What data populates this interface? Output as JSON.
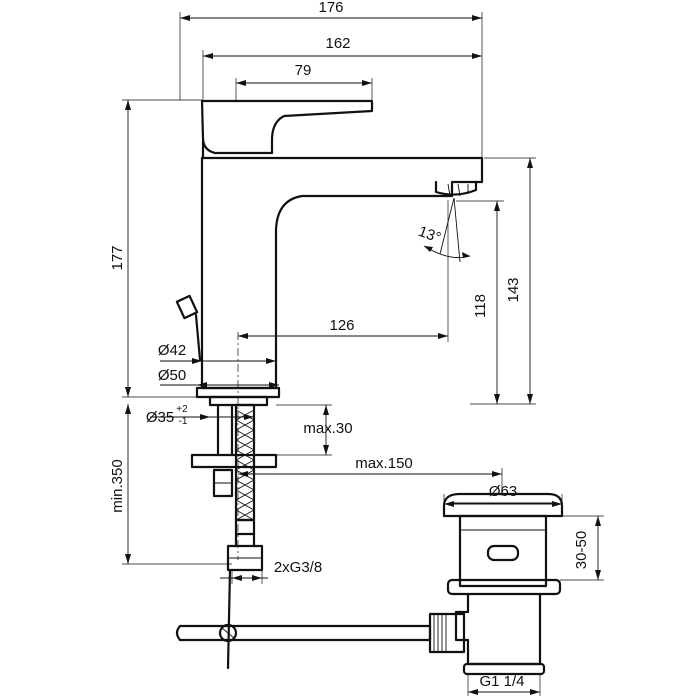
{
  "dimensions": {
    "total_width": "176",
    "spout_reach": "162",
    "lever_length": "79",
    "height_total": "177",
    "spout_height": "143",
    "outlet_height": "118",
    "spout_projection": "126",
    "outlet_angle": "13°",
    "body_dia": "Ø42",
    "base_dia": "Ø50",
    "hole_dia": "Ø35",
    "hole_tol_plus": "+2",
    "hole_tol_minus": "-1",
    "deck_thickness": "max.30",
    "waste_distance": "max.150",
    "hose_length": "min.350",
    "hose_connection": "2xG3/8",
    "waste_flange_dia": "Ø63",
    "waste_thread": "G1 1/4",
    "waste_depth": "30-50"
  },
  "colors": {
    "line": "#111111",
    "background": "#ffffff"
  }
}
